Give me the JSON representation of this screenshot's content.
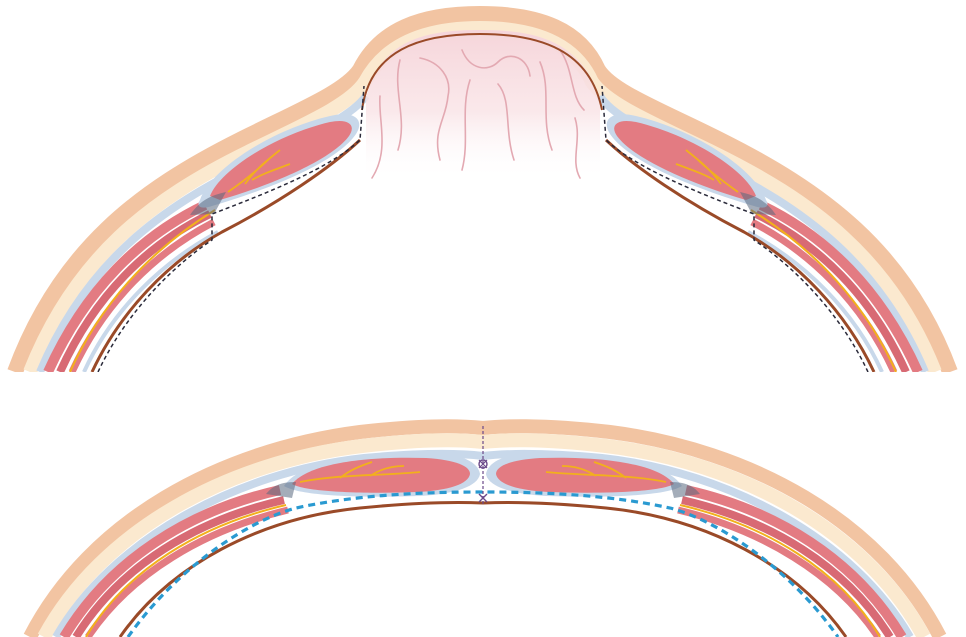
{
  "figure": {
    "panels": [
      {
        "id": "before",
        "content": [
          "abdominal-wall-cross-section",
          "herniated-bowel",
          "dissection-plane"
        ]
      },
      {
        "id": "after",
        "content": [
          "abdominal-wall-cross-section",
          "midline-suture",
          "retromuscular-mesh"
        ]
      }
    ],
    "colors": {
      "skin": "#f2c4a2",
      "subcutaneous": "#fbe9cf",
      "fascia": "#c8d8ea",
      "muscle": "#e37b82",
      "muscle_dark": "#c85a65",
      "nerve": "#f2b01c",
      "peritoneum": "#9a4a28",
      "bowel_fill": "#f6d5da",
      "bowel_line": "#d9939e",
      "dissection_line": "#2a2a3a",
      "mesh": "#2a9ad1",
      "suture": "#6b4a8a"
    }
  }
}
